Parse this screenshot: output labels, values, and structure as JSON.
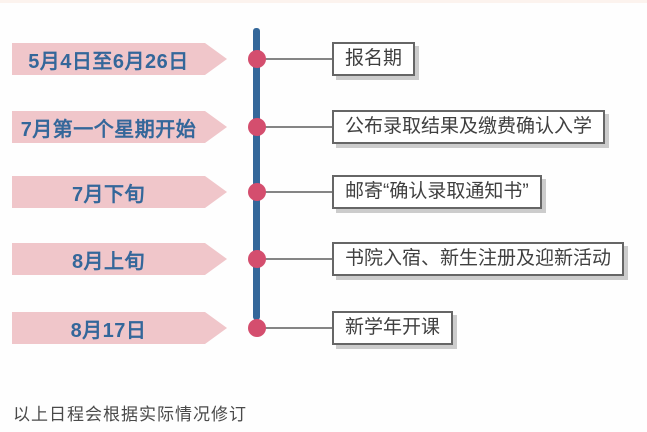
{
  "timeline": {
    "events": [
      {
        "date": "5月4日至6月26日",
        "label": "报名期"
      },
      {
        "date": "7月第一个星期开始",
        "label": "公布录取结果及缴费确认入学"
      },
      {
        "date": "7月下旬",
        "label": "邮寄“确认录取通知书”"
      },
      {
        "date": "8月上旬",
        "label": "书院入宿、新生注册及迎新活动"
      },
      {
        "date": "8月17日",
        "label": "新学年开课"
      }
    ],
    "footnote": "以上日程会根据实际情况修订"
  },
  "colors": {
    "arrow_fill": "#f0c6ca",
    "date_text": "#34679a",
    "axis_line": "#34679a",
    "dot": "#d44e6e",
    "box_border": "#666666",
    "box_text": "#3f3f3f",
    "box_shadow": "#cccccc",
    "connector": "#858585",
    "footnote_text": "#4a4a4a"
  }
}
